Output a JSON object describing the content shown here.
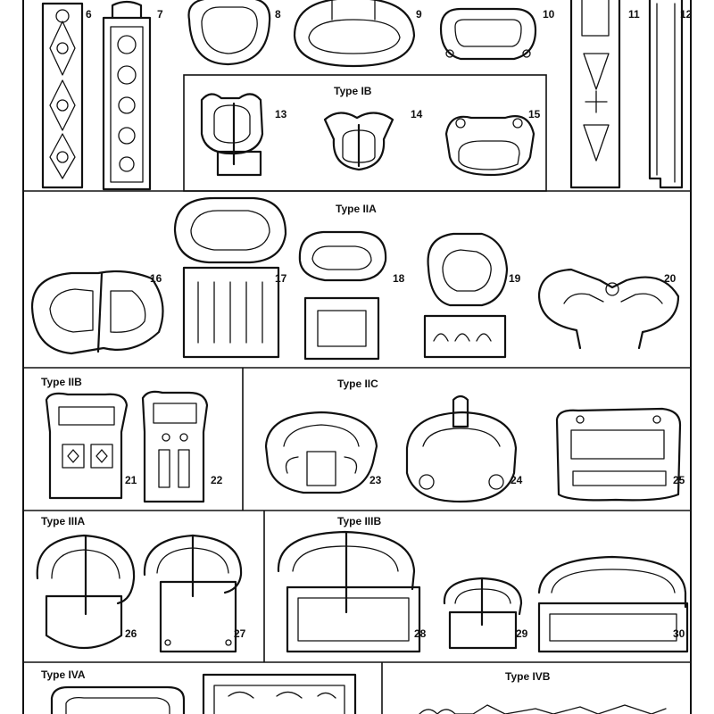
{
  "type_labels": {
    "ib": "Type IB",
    "iia": "Type IIA",
    "iib": "Type IIB",
    "iic": "Type IIC",
    "iiia": "Type IIIA",
    "iiib": "Type IIIB",
    "iva": "Type IVA",
    "ivb": "Type IVB"
  },
  "figure_numbers": [
    "6",
    "7",
    "8",
    "9",
    "10",
    "11",
    "12",
    "13",
    "14",
    "15",
    "16",
    "17",
    "18",
    "19",
    "20",
    "21",
    "22",
    "23",
    "24",
    "25",
    "26",
    "27",
    "28",
    "29",
    "30"
  ]
}
